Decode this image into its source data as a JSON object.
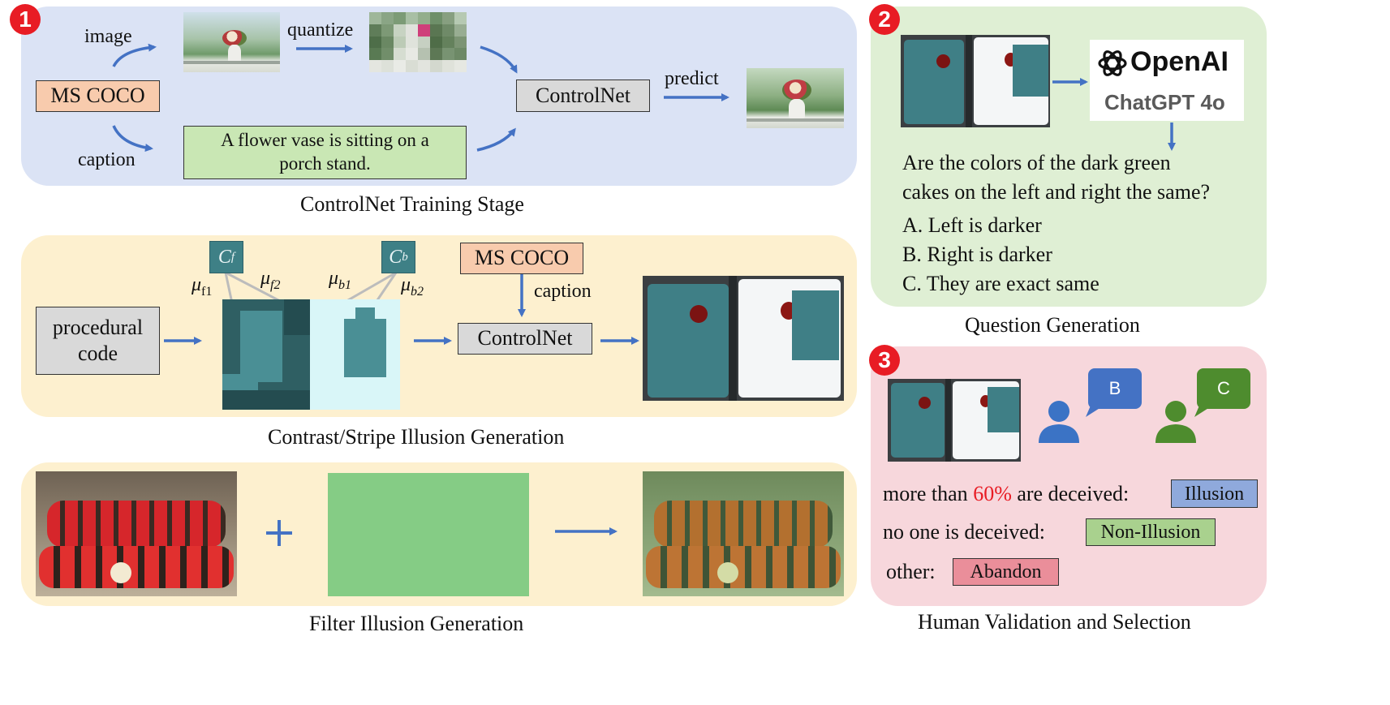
{
  "badges": [
    "1",
    "2",
    "3"
  ],
  "stage1": {
    "label_image": "image",
    "label_quantize": "quantize",
    "label_predict": "predict",
    "label_caption": "caption",
    "ms_coco": "MS COCO",
    "caption_text": "A flower vase is sitting on a porch stand.",
    "controlnet": "ControlNet",
    "stage_title": "ControlNet Training Stage"
  },
  "stage2": {
    "procedural_code": "procedural code",
    "ms_coco": "MS COCO",
    "label_caption": "caption",
    "controlnet": "ControlNet",
    "c_f": "C",
    "c_f_sub": "f",
    "c_b": "C",
    "c_b_sub": "b",
    "mu": "μ",
    "mu_f1_sub": "f1",
    "mu_f2_sub": "f2",
    "mu_b1_sub": "b1",
    "mu_b2_sub": "b2",
    "stage_title": "Contrast/Stripe Illusion Generation"
  },
  "stage3": {
    "plus": "+",
    "stage_title": "Filter Illusion Generation"
  },
  "question": {
    "openai": "OpenAI",
    "chatgpt": "ChatGPT 4o",
    "line1": "Are the colors of the dark green",
    "line2": "cakes on the left and right the same?",
    "option_a": "A. Left is darker",
    "option_b": "B. Right is darker",
    "option_c": "C. They are exact same",
    "stage_title": "Question Generation"
  },
  "validation": {
    "bubble_b": "B",
    "bubble_c": "C",
    "row1_prefix": "more than ",
    "row1_pct": "60%",
    "row1_suffix": " are deceived:",
    "row1_label": "Illusion",
    "row2_text": "no one is deceived:",
    "row2_label": "Non-Illusion",
    "row3_text": "other:",
    "row3_label": "Abandon",
    "stage_title": "Human Validation and Selection"
  },
  "colors": {
    "panel_blue": "#dbe3f5",
    "panel_yellow": "#fdf0cf",
    "panel_green": "#dfefd4",
    "panel_pink": "#f7d7dc",
    "arrow_blue": "#4472c4",
    "ms_coco_fill": "#f8cbad",
    "caption_fill": "#c9e7b4",
    "controlnet_fill": "#d9d9d9",
    "illusion_fill": "#8fa9dc",
    "non_illusion_fill": "#a9d18e",
    "abandon_fill": "#ea8e9a",
    "pct_red": "#e81c24",
    "user_blue": "#3b73c5",
    "user_green": "#4e8c2e"
  },
  "icons": [
    "openai-logo-icon",
    "user-icon",
    "speech-bubble-icon",
    "arrow-icon"
  ]
}
